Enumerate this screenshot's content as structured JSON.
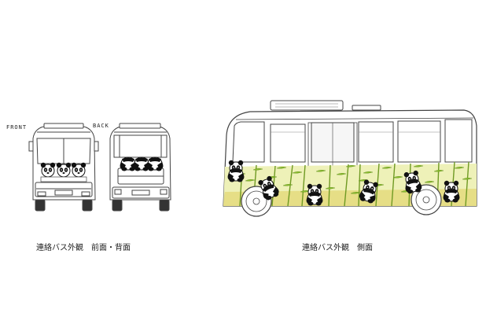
{
  "labels": {
    "front": "FRONT",
    "back": "BACK",
    "caption_front_back": "連絡バス外観　前面・背面",
    "caption_side": "連絡バス外観　側面"
  },
  "colors": {
    "line": "#444444",
    "bamboo_light": "#e9efb0",
    "bamboo_green": "#9cc43a",
    "bamboo_dark": "#6f9a23",
    "band": "#e8e18a",
    "panda_black": "#111111",
    "panda_white": "#ffffff"
  }
}
